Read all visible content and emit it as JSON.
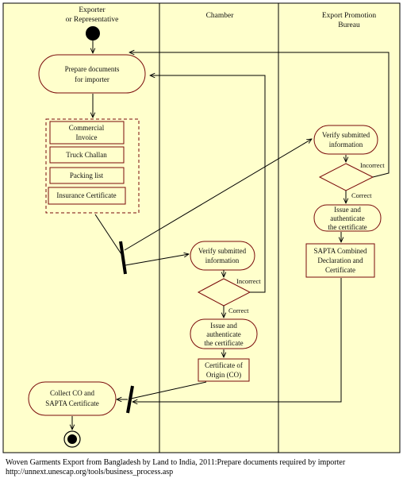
{
  "swimlanes": [
    {
      "title_line1": "Exporter",
      "title_line2": "or Representative"
    },
    {
      "title_line1": "Chamber",
      "title_line2": ""
    },
    {
      "title_line1": "Export Promotion",
      "title_line2": "Bureau"
    }
  ],
  "activities": {
    "prepare_documents": [
      "Prepare documents",
      "for importer"
    ],
    "verify_bureau": [
      "Verify submitted",
      "information"
    ],
    "issue_bureau": [
      "Issue and",
      "authenticate",
      "the certificate"
    ],
    "verify_chamber": [
      "Verify submitted",
      "information"
    ],
    "issue_chamber": [
      "Issue and",
      "authenticate",
      "the certificate"
    ],
    "collect": [
      "Collect CO and",
      "SAPTA Certificate"
    ]
  },
  "documents": {
    "commercial_invoice": [
      "Commercial",
      "Invoice"
    ],
    "truck_challan": "Truck Challan",
    "packing_list": "Packing list",
    "insurance_certificate": "Insurance Certificate",
    "sapta": [
      "SAPTA Combined",
      "Declaration and",
      "Certificate"
    ],
    "certificate_of_origin": [
      "Certificate of",
      "Origin (CO)"
    ]
  },
  "guards": {
    "bureau_incorrect": "Incorrect",
    "bureau_correct": "Correct",
    "chamber_incorrect": "Incorrect",
    "chamber_correct": "Correct"
  },
  "caption": {
    "line1": "Woven Garments Export from Bangladesh by Land to India, 2011:Prepare documents required by importer",
    "line2": "http://unnext.unescap.org/tools/business_process.asp"
  },
  "colors": {
    "background": "#FFFFCC",
    "activity_fill": "#FFFFCC",
    "line": "#000000",
    "node_border": "#7A0A0A"
  }
}
